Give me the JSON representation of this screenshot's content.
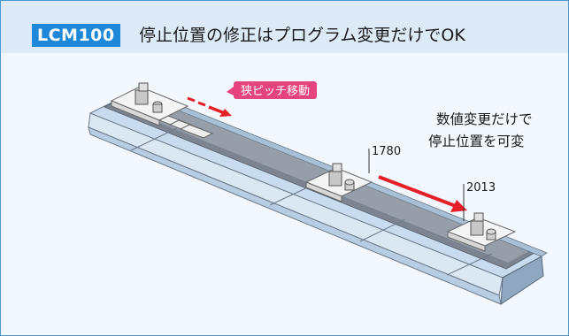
{
  "header": {
    "model": "LCM100",
    "title": "停止位置の修正はプログラム変更だけでOK"
  },
  "diagram": {
    "tag": "狭ピッチ移動",
    "note_lines": [
      "数値変更だけで",
      "停止位置を可変"
    ],
    "positions": [
      "1780",
      "2013"
    ],
    "colors": {
      "accent_blue": "#1e88d8",
      "frame_blue": "#4a97d2",
      "arrow_red": "#e61e25",
      "tag_pink": "#e6447c",
      "rail_light": "#cfe2f3",
      "rail_dark": "#6c7480"
    }
  }
}
